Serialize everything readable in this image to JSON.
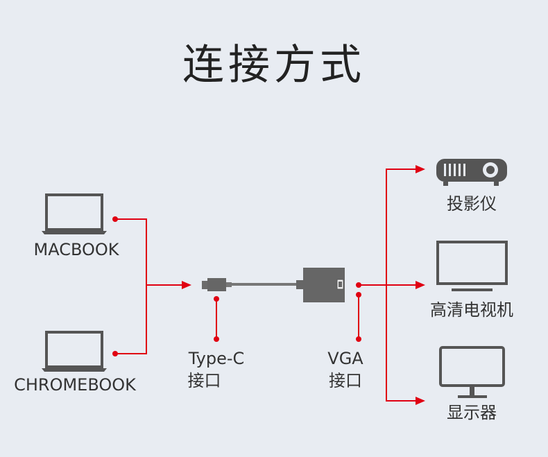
{
  "title": "连接方式",
  "sources": [
    {
      "label": "MACBOOK",
      "icon": "laptop-icon"
    },
    {
      "label": "CHROMEBOOK",
      "icon": "laptop-icon"
    }
  ],
  "ports": [
    {
      "line1": "Type-C",
      "line2": "接口",
      "icon": "type-c-plug-icon"
    },
    {
      "line1": "VGA",
      "line2": "接口",
      "icon": "vga-adapter-icon"
    }
  ],
  "outputs": [
    {
      "label": "投影仪",
      "icon": "projector-icon"
    },
    {
      "label": "高清电视机",
      "icon": "tv-icon"
    },
    {
      "label": "显示器",
      "icon": "monitor-icon"
    }
  ],
  "colors": {
    "line": "#e00012",
    "background": "#e8ecf2",
    "device": "#555555"
  }
}
